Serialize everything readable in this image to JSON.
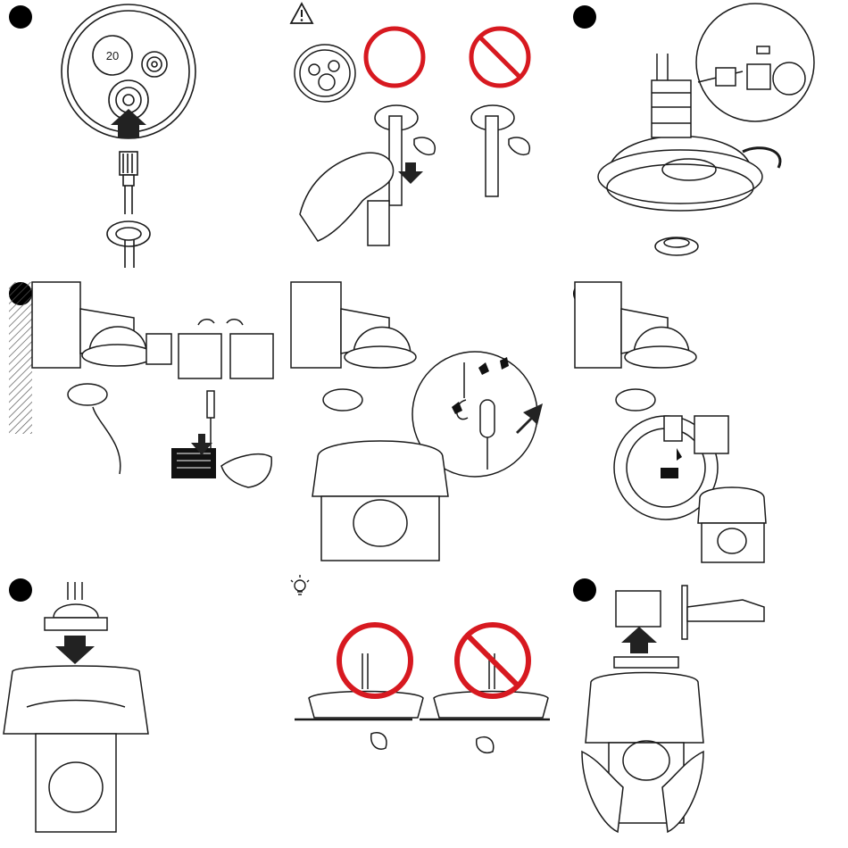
{
  "figure": {
    "panels": [
      {
        "id": "panel-1",
        "marker": "step",
        "plate_label": "20"
      },
      {
        "id": "panel-2",
        "marker": "warning",
        "icons": [
          "warning-icon",
          "correct-circle-icon",
          "prohibited-icon"
        ]
      },
      {
        "id": "panel-3",
        "marker": "step"
      },
      {
        "id": "panel-4",
        "marker": "step"
      },
      {
        "id": "panel-5",
        "marker": "step"
      },
      {
        "id": "panel-6",
        "marker": "step"
      },
      {
        "id": "panel-7",
        "marker": "step"
      },
      {
        "id": "panel-8",
        "marker": "tip",
        "icons": [
          "lightbulb-icon",
          "correct-circle-icon",
          "prohibited-icon"
        ]
      },
      {
        "id": "panel-9",
        "marker": "step"
      }
    ],
    "colors": {
      "ink": "#1a1a1a",
      "correct": "#d71920",
      "prohibited": "#d71920",
      "marker": "#000000",
      "arrow": "#333333",
      "fill": "#ffffff",
      "shade": "#e6e6e6"
    }
  }
}
